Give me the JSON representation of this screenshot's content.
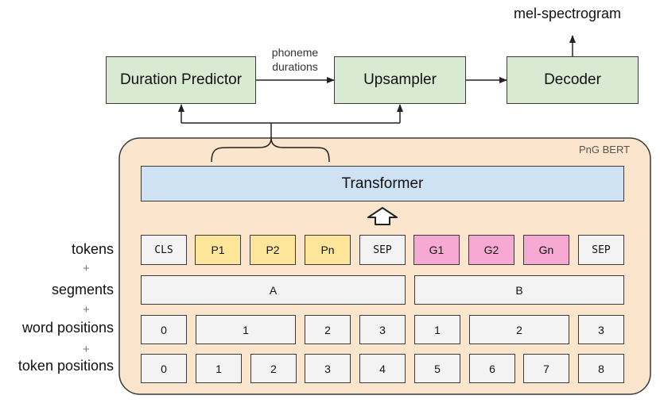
{
  "top_output": "mel-spectrogram",
  "blocks": {
    "duration_predictor": "Duration Predictor",
    "upsampler": "Upsampler",
    "decoder": "Decoder"
  },
  "edge_label": {
    "line1": "phoneme",
    "line2": "durations"
  },
  "pngbert": {
    "title": "PnG BERT",
    "transformer": "Transformer"
  },
  "row_labels": {
    "tokens": "tokens",
    "segments": "segments",
    "word_positions": "word positions",
    "token_positions": "token positions",
    "plus": "+"
  },
  "tokens": [
    "CLS",
    "P1",
    "P2",
    "Pn",
    "SEP",
    "G1",
    "G2",
    "Gn",
    "SEP"
  ],
  "segments": [
    "A",
    "B"
  ],
  "word_positions": [
    "0",
    "1",
    "2",
    "3",
    "1",
    "2",
    "3"
  ],
  "token_positions": [
    "0",
    "1",
    "2",
    "3",
    "4",
    "5",
    "6",
    "7",
    "8"
  ],
  "colors": {
    "block_green": "#d9ead3",
    "pngbert_bg": "#fce5cd",
    "transformer_blue": "#cfe2f3",
    "phoneme_yellow": "#fde599",
    "grapheme_pink": "#f6a9d2",
    "neutral_gray": "#f3f3f3"
  }
}
